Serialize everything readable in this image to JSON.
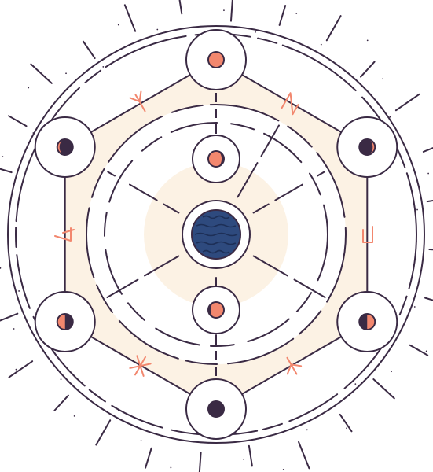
{
  "colors": {
    "background": "#ffffff",
    "ink": "#3a2a44",
    "band_fill": "#fcf2e4",
    "accent": "#f2876e",
    "planet": "#2e4a7e",
    "planet_waves": "#1d2f57"
  },
  "moons": [
    {
      "name": "full-moon",
      "phase": 1.0
    },
    {
      "name": "waxing-gibbous-moon",
      "phase": 0.75
    },
    {
      "name": "first-quarter-moon",
      "phase": 0.5
    },
    {
      "name": "waxing-crescent-moon",
      "phase": 0.25
    },
    {
      "name": "new-moon",
      "phase": 0.0
    },
    {
      "name": "waning-crescent-moon",
      "phase": -0.25
    },
    {
      "name": "last-quarter-moon",
      "phase": -0.5
    },
    {
      "name": "waning-gibbous-moon",
      "phase": -0.75
    }
  ],
  "runes": [
    "rune-algiz",
    "rune-uruz",
    "rune-uruz-inverted",
    "rune-dagger",
    "rune-star",
    "rune-kaunan"
  ]
}
